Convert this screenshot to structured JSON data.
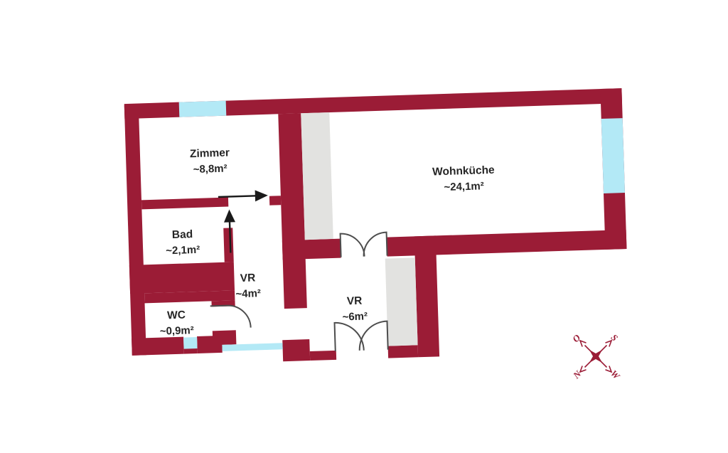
{
  "floorplan": {
    "rooms": [
      {
        "id": "zimmer",
        "name": "Zimmer",
        "area": "~8,8m²"
      },
      {
        "id": "wohnkueche",
        "name": "Wohnküche",
        "area": "~24,1m²"
      },
      {
        "id": "bad",
        "name": "Bad",
        "area": "~2,1m²"
      },
      {
        "id": "wc",
        "name": "WC",
        "area": "~0,9m²"
      },
      {
        "id": "vr-klein",
        "name": "VR",
        "area": "~4m²"
      },
      {
        "id": "vr-gross",
        "name": "VR",
        "area": "~6m²"
      }
    ],
    "compass": {
      "north_label": "N",
      "east_label": "O",
      "south_label": "S",
      "west_label": "W"
    },
    "colors": {
      "wall": "#9B1C36",
      "window": "#B3E9F6",
      "shaft": "#E2E2E0",
      "label_text": "#262626",
      "door_stroke": "#4d4d4d",
      "arrow": "#1a1a1a",
      "background": "#FFFFFF"
    }
  }
}
